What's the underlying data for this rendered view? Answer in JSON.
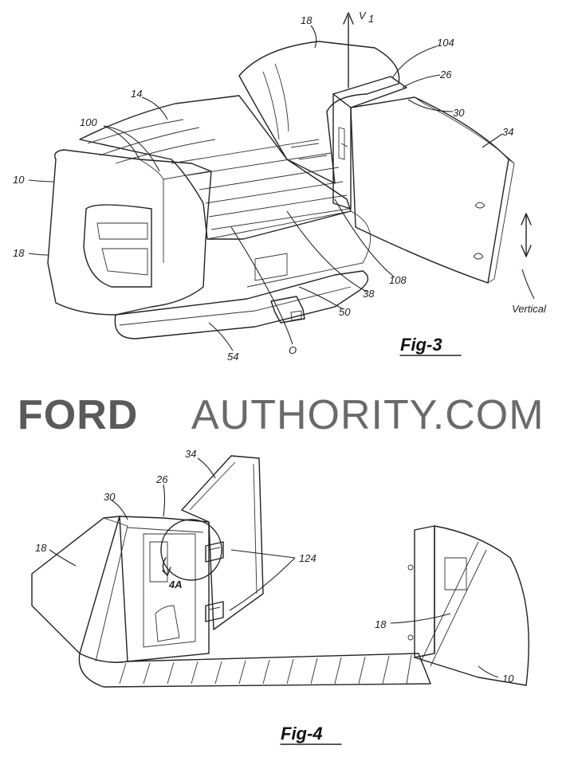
{
  "watermark": {
    "brand_bold": "FORD",
    "brand_rest": "AUTHORITY.COM"
  },
  "fig3": {
    "caption": "Fig-3",
    "labels": {
      "l18a": "18",
      "lv1": "V",
      "lv1sub": "1",
      "l104": "104",
      "l26": "26",
      "l30": "30",
      "l34": "34",
      "l14": "14",
      "l100": "100",
      "l10": "10",
      "l18b": "18",
      "lvert": "Vertical",
      "l108": "108",
      "l38": "38",
      "l50": "50",
      "l54": "54",
      "lO": "O"
    }
  },
  "fig4": {
    "caption": "Fig-4",
    "labels": {
      "l34": "34",
      "l26": "26",
      "l30": "30",
      "l18a": "18",
      "l124": "124",
      "l4a": "4A",
      "l18b": "18",
      "l10": "10"
    }
  }
}
